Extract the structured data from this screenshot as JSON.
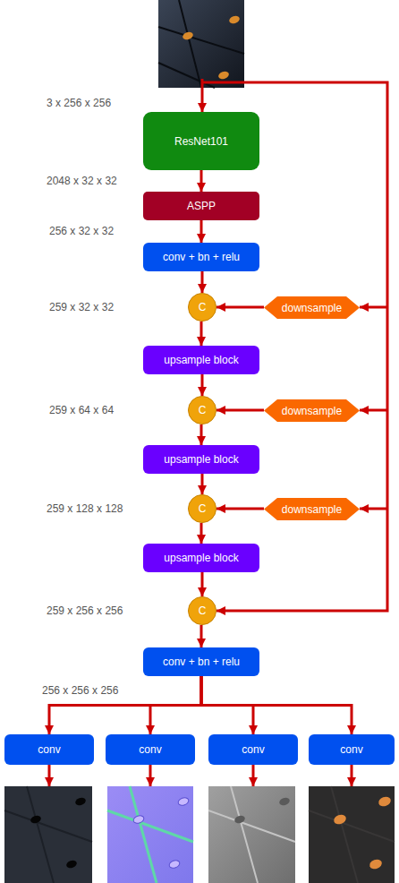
{
  "diagram": {
    "nodes": [
      {
        "text": [
          "ResNet101"
        ]
      },
      {
        "text": [
          "ASPP"
        ]
      },
      {
        "text": [
          "conv + bn + relu"
        ]
      },
      {
        "text": [
          "C"
        ]
      },
      {
        "text": [
          "downsample"
        ]
      },
      {
        "text": [
          "upsample block"
        ]
      },
      {
        "text": [
          "C"
        ]
      },
      {
        "text": [
          "downsample"
        ]
      },
      {
        "text": [
          "upsample block"
        ]
      },
      {
        "text": [
          "C"
        ]
      },
      {
        "text": [
          "downsample"
        ]
      },
      {
        "text": [
          "upsample block"
        ]
      },
      {
        "text": [
          "C"
        ]
      },
      {
        "text": [
          "conv + bn + relu"
        ]
      },
      {
        "text": [
          "conv"
        ]
      },
      {
        "text": [
          "conv"
        ]
      },
      {
        "text": [
          "conv"
        ]
      },
      {
        "text": [
          "conv"
        ]
      }
    ],
    "edges": [
      {
        "from": 0,
        "to": 1,
        "arrow": "to"
      },
      {
        "from": 1,
        "to": 2,
        "arrow": "to"
      },
      {
        "from": 2,
        "to": 3,
        "arrow": "to"
      },
      {
        "from": 4,
        "to": 3,
        "arrow": "to"
      },
      {
        "from": 3,
        "to": 5,
        "arrow": "to"
      },
      {
        "from": 5,
        "to": 6,
        "arrow": "to"
      },
      {
        "from": 7,
        "to": 6,
        "arrow": "to"
      },
      {
        "from": 6,
        "to": 8,
        "arrow": "to"
      },
      {
        "from": 8,
        "to": 9,
        "arrow": "to"
      },
      {
        "from": 10,
        "to": 9,
        "arrow": "to"
      },
      {
        "from": 9,
        "to": 11,
        "arrow": "to"
      },
      {
        "from": 11,
        "to": 12,
        "arrow": "to"
      },
      {
        "from": 12,
        "to": 13,
        "arrow": "to"
      },
      {
        "from": 13,
        "to": 14,
        "arrow": "to"
      },
      {
        "from": 13,
        "to": 15,
        "arrow": "to"
      },
      {
        "from": 13,
        "to": 16,
        "arrow": "to"
      },
      {
        "from": 13,
        "to": 17,
        "arrow": "to"
      }
    ],
    "labels": [
      "3 x 256 x 256",
      "2048 x 32 x 32",
      "256 x 32 x 32",
      "259 x 32 x 32",
      "259 x 64 x 64",
      "259 x 128 x 128",
      "259 x 256 x 256",
      "256 x 256 x 256"
    ]
  }
}
